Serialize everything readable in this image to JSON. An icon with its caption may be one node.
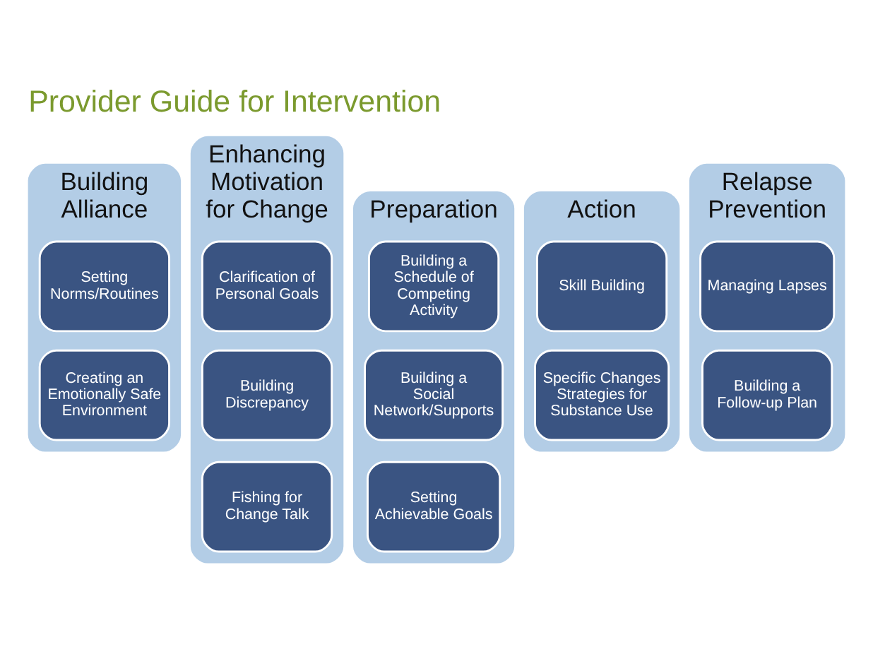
{
  "diagram": {
    "title": "Provider Guide for Intervention",
    "nodes": [
      {
        "text": [
          "Building Alliance"
        ]
      },
      {
        "text": [
          "Setting Norms/Routines"
        ],
        "in": 0
      },
      {
        "text": [
          "Creating an Emotionally Safe Environment"
        ],
        "in": 0
      },
      {
        "text": [
          "Enhancing Motivation for Change"
        ]
      },
      {
        "text": [
          "Clarification of Personal Goals"
        ],
        "in": 3
      },
      {
        "text": [
          "Building Discrepancy"
        ],
        "in": 3
      },
      {
        "text": [
          "Fishing for Change Talk"
        ],
        "in": 3
      },
      {
        "text": [
          "Preparation"
        ]
      },
      {
        "text": [
          "Building a Schedule of Competing Activity"
        ],
        "in": 7
      },
      {
        "text": [
          "Building a Social Network/Supports"
        ],
        "in": 7
      },
      {
        "text": [
          "Setting Achievable Goals"
        ],
        "in": 7
      },
      {
        "text": [
          "Action"
        ]
      },
      {
        "text": [
          "Skill Building"
        ],
        "in": 11
      },
      {
        "text": [
          "Specific Changes Strategies for Substance Use"
        ],
        "in": 11
      },
      {
        "text": [
          "Relapse Prevention"
        ]
      },
      {
        "text": [
          "Managing Lapses"
        ],
        "in": 14
      },
      {
        "text": [
          "Building a Follow-up Plan"
        ],
        "in": 14
      }
    ],
    "edges": []
  }
}
